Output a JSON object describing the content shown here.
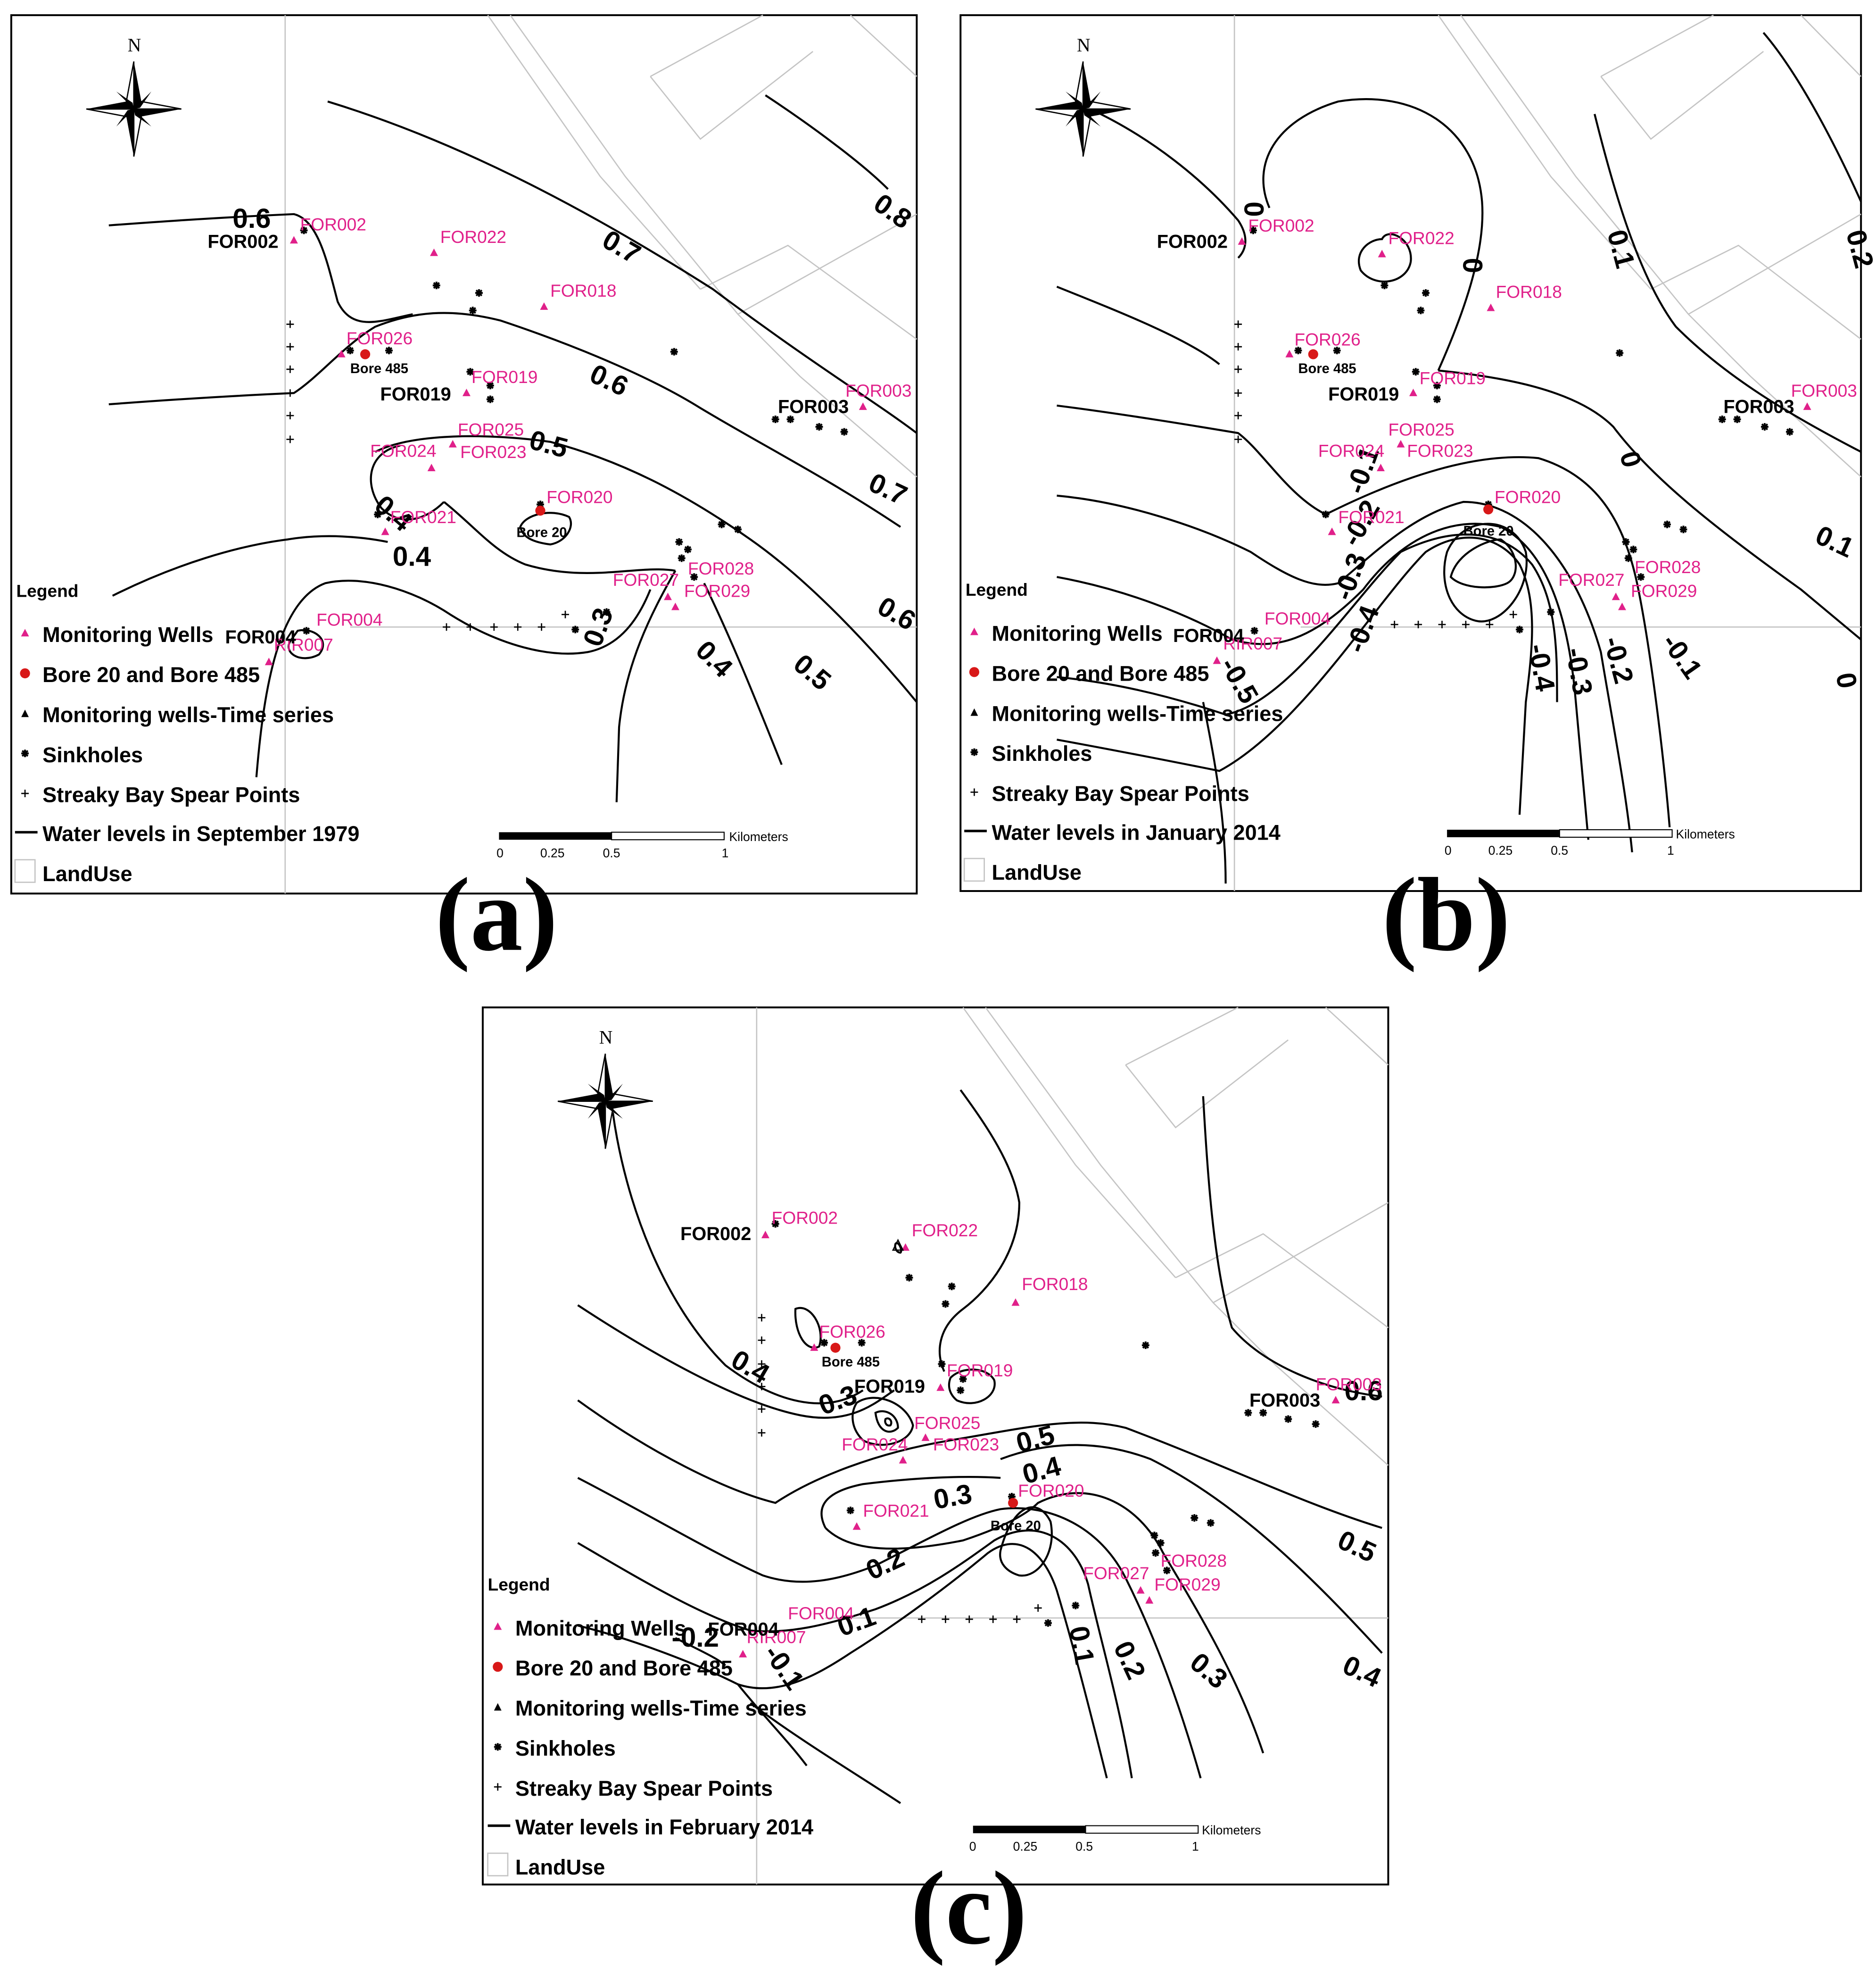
{
  "compass": {
    "north": "N"
  },
  "legend": {
    "title": "Legend",
    "items": {
      "monitoring_wells": "Monitoring Wells",
      "bores": "Bore 20 and Bore 485",
      "time_series": "Monitoring wells-Time series",
      "sinkholes": "Sinkholes",
      "spear_points": "Streaky Bay Spear Points",
      "landuse": "LandUse"
    },
    "water_levels": {
      "a": "Water levels in September 1979",
      "b": "Water levels in January 2014",
      "c": "Water levels in February 2014"
    }
  },
  "scalebar": {
    "unit": "Kilometers",
    "ticks": [
      "0",
      "0.25",
      "0.5",
      "1"
    ]
  },
  "captions": {
    "a": "(a)",
    "b": "(b)",
    "c": "(c)"
  },
  "colors": {
    "well": "#e0208a",
    "bore": "#d81818",
    "contour": "#000000",
    "landuse": "#c4c4c4"
  },
  "wells": {
    "FOR002": "FOR002",
    "FOR022": "FOR022",
    "FOR018": "FOR018",
    "FOR026": "FOR026",
    "FOR019": "FOR019",
    "FOR003": "FOR003",
    "FOR025": "FOR025",
    "FOR024": "FOR024",
    "FOR023": "FOR023",
    "FOR020": "FOR020",
    "FOR021": "FOR021",
    "FOR028": "FOR028",
    "FOR027": "FOR027",
    "FOR029": "FOR029",
    "FOR004": "FOR004",
    "RIR007": "RIR007"
  },
  "bores": {
    "bore485": "Bore 485",
    "bore20": "Bore 20"
  },
  "contours": {
    "a": {
      "l1": "0.6",
      "l2": "0.7",
      "l3": "0.8",
      "l4": "0.6",
      "l5": "0.5",
      "l6": "0.7",
      "l7": "0.4",
      "l8": "0.4",
      "l9": "0.6",
      "l10": "0.3",
      "l11": "0.4",
      "l12": "0.5"
    },
    "b": {
      "l1": "0",
      "l2": "0",
      "l3": "0.1",
      "l4": "0.2",
      "l5": "-0.1",
      "l6": "0",
      "l7": "-0.2",
      "l8": "0.1",
      "l9": "-0.3",
      "l10": "-0.4",
      "l11": "-0.5",
      "l12": "-0.4",
      "l13": "-0.3",
      "l14": "-0.2",
      "l15": "-0.1",
      "l16": "0"
    },
    "c": {
      "l1": "0.4",
      "l2": "0.3",
      "l3": "0.6",
      "l4": "0.5",
      "l5": "0.4",
      "l6": "0.3",
      "l7": "0.5",
      "l8": "0.2",
      "l9": "0.1",
      "l10": "-0.2",
      "l11": "-0.1",
      "l12": "0.1",
      "l13": "0.2",
      "l14": "0.3",
      "l15": "0.4"
    }
  }
}
